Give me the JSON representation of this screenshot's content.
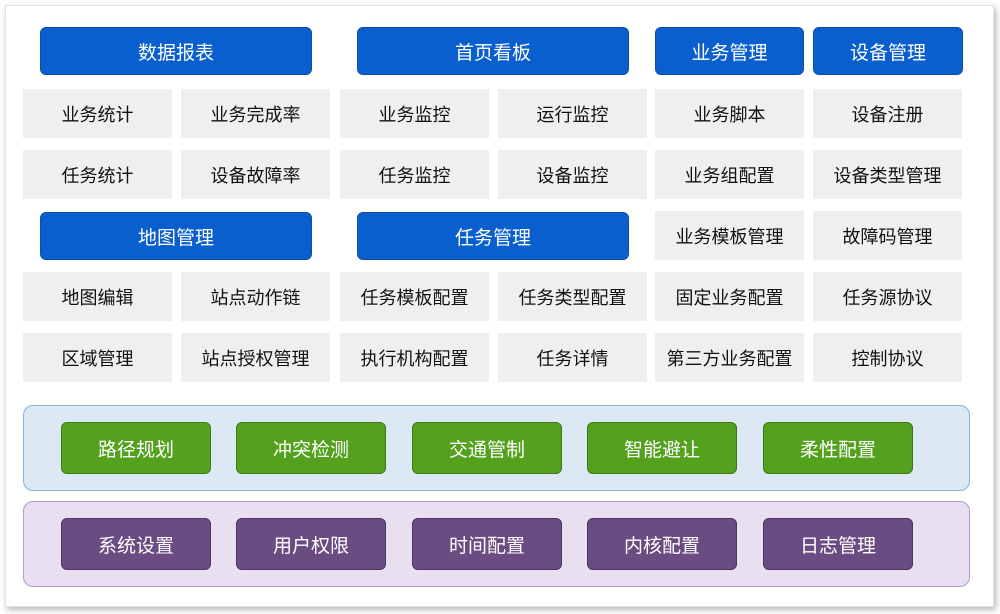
{
  "modules": {
    "data_report": {
      "title": "数据报表",
      "items": [
        "业务统计",
        "业务完成率",
        "任务统计",
        "设备故障率"
      ]
    },
    "home_board": {
      "title": "首页看板",
      "items": [
        "业务监控",
        "运行监控",
        "任务监控",
        "设备监控"
      ]
    },
    "business_mgmt": {
      "title": "业务管理",
      "items": [
        "业务脚本",
        "业务组配置",
        "业务模板管理",
        "固定业务配置",
        "第三方业务配置"
      ]
    },
    "device_mgmt": {
      "title": "设备管理",
      "items": [
        "设备注册",
        "设备类型管理",
        "故障码管理",
        "任务源协议",
        "控制协议"
      ]
    },
    "map_mgmt": {
      "title": "地图管理",
      "items": [
        "地图编辑",
        "站点动作链",
        "区域管理",
        "站点授权管理"
      ]
    },
    "task_mgmt": {
      "title": "任务管理",
      "items": [
        "任务模板配置",
        "任务类型配置",
        "执行机构配置",
        "任务详情"
      ]
    }
  },
  "algorithms": {
    "items": [
      "路径规划",
      "冲突检测",
      "交通管制",
      "智能避让",
      "柔性配置"
    ]
  },
  "system": {
    "items": [
      "系统设置",
      "用户权限",
      "时间配置",
      "内核配置",
      "日志管理"
    ]
  },
  "colors": {
    "module_header": "#0a5fcf",
    "cell_bg": "#efefef",
    "algo_band": "#dde8f5",
    "algo_pill": "#54a11e",
    "system_band": "#e8dff0",
    "system_pill": "#6a4c82"
  }
}
